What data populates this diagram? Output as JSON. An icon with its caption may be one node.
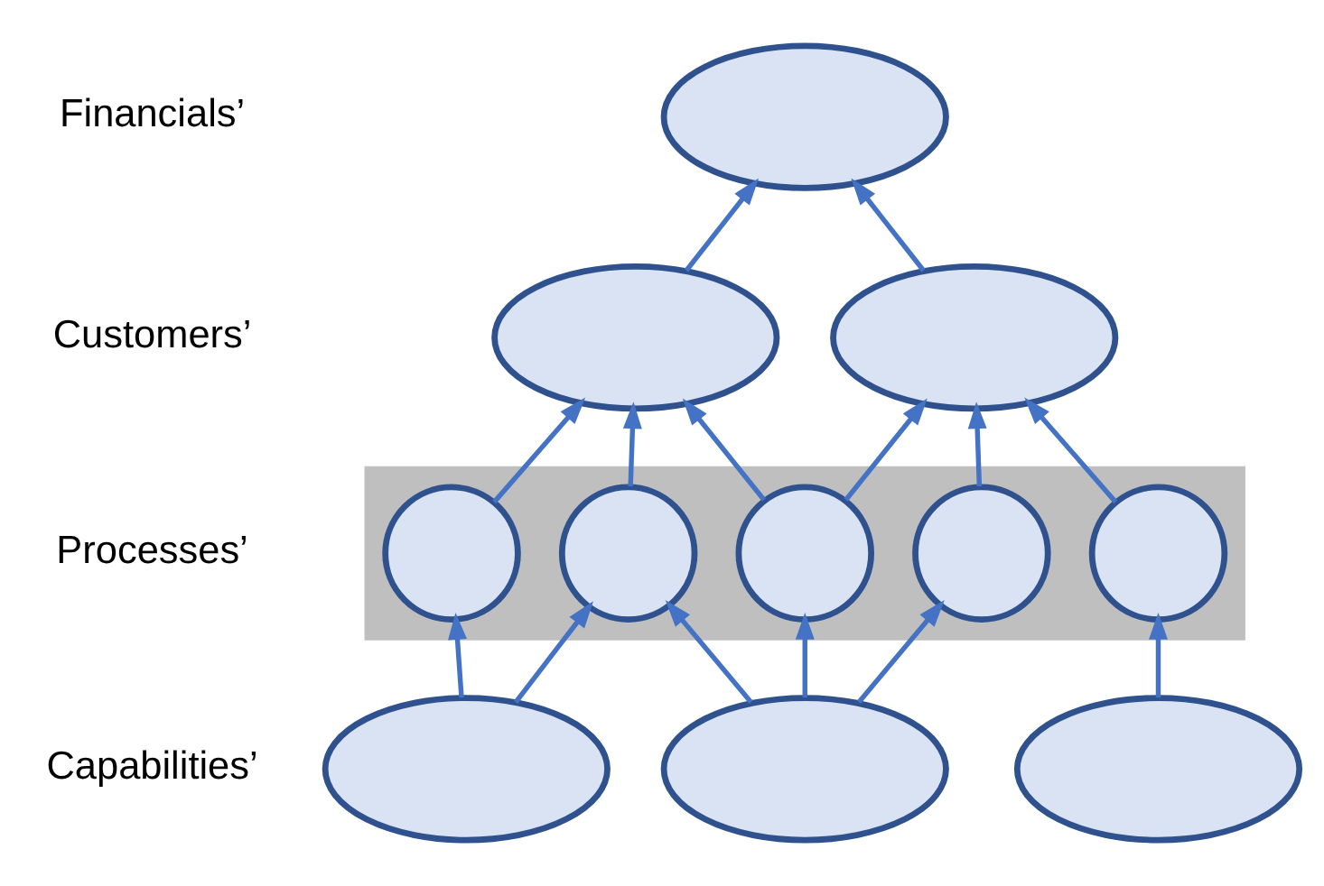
{
  "diagram": {
    "nodes": [
      {
        "text": [],
        "shape": "ellipse"
      },
      {
        "text": [],
        "shape": "ellipse"
      },
      {
        "text": [],
        "shape": "ellipse"
      },
      {
        "text": [],
        "shape": "arrow"
      },
      {
        "text": [],
        "shape": "circle",
        "in": 3
      },
      {
        "text": [],
        "shape": "circle",
        "in": 3
      },
      {
        "text": [],
        "shape": "circle",
        "in": 3
      },
      {
        "text": [],
        "shape": "circle",
        "in": 3
      },
      {
        "text": [],
        "shape": "circle",
        "in": 3
      },
      {
        "text": [],
        "shape": "ellipse"
      },
      {
        "text": [],
        "shape": "ellipse"
      },
      {
        "text": [],
        "shape": "ellipse"
      }
    ],
    "edges": [
      {
        "from": 1,
        "to": 0,
        "arrow": "to"
      },
      {
        "from": 2,
        "to": 0,
        "arrow": "to"
      },
      {
        "from": 4,
        "to": 1,
        "arrow": "to"
      },
      {
        "from": 5,
        "to": 1,
        "arrow": "to"
      },
      {
        "from": 6,
        "to": 1,
        "arrow": "to"
      },
      {
        "from": 6,
        "to": 2,
        "arrow": "to"
      },
      {
        "from": 7,
        "to": 2,
        "arrow": "to"
      },
      {
        "from": 8,
        "to": 2,
        "arrow": "to"
      },
      {
        "from": 9,
        "to": 4,
        "arrow": "to"
      },
      {
        "from": 9,
        "to": 5,
        "arrow": "to"
      },
      {
        "from": 10,
        "to": 5,
        "arrow": "to"
      },
      {
        "from": 10,
        "to": 6,
        "arrow": "to"
      },
      {
        "from": 10,
        "to": 7,
        "arrow": "to"
      },
      {
        "from": 11,
        "to": 8,
        "arrow": "to"
      }
    ],
    "labels": [
      "Financials’",
      "Customers’",
      "Processes’",
      "Capabilities’"
    ]
  }
}
